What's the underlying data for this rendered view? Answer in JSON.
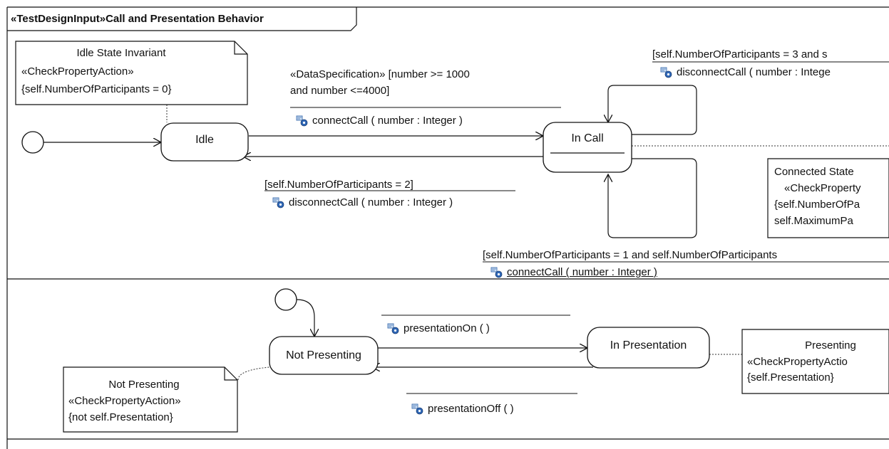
{
  "frame": {
    "title": "«TestDesignInput»Call and Presentation Behavior"
  },
  "states": {
    "idle": "Idle",
    "in_call": "In Call",
    "not_presenting": "Not Presenting",
    "in_presentation": "In Presentation"
  },
  "notes": {
    "idle_invariant": [
      "Idle State Invariant",
      "«CheckPropertyAction»",
      "{self.NumberOfParticipants = 0}"
    ],
    "connected_state": [
      "Connected State",
      "«CheckProperty",
      "{self.NumberOfPa",
      "self.MaximumPa"
    ],
    "not_presenting": [
      "Not Presenting",
      "«CheckPropertyAction»",
      "{not self.Presentation}"
    ],
    "presenting": [
      "Presenting",
      "«CheckPropertyActio",
      "{self.Presentation}"
    ]
  },
  "transitions": {
    "connect_guard": [
      "«DataSpecification» [number >=  1000",
      "and number <=4000]"
    ],
    "connect_trigger": "connectCall ( number : Integer )",
    "disconnect2_guard": "[self.NumberOfParticipants = 2]",
    "disconnect2_trigger": "disconnectCall ( number : Integer )",
    "self_top_guard": "[self.NumberOfParticipants = 3 and s",
    "self_top_trigger": "disconnectCall ( number : Intege",
    "self_bottom_guard": "[self.NumberOfParticipants = 1 and self.NumberOfParticipants",
    "self_bottom_trigger": "connectCall ( number : Integer )",
    "presentation_on": "presentationOn ( )",
    "presentation_off": "presentationOff ( )"
  },
  "icons": {
    "trigger": "call-event-icon"
  }
}
